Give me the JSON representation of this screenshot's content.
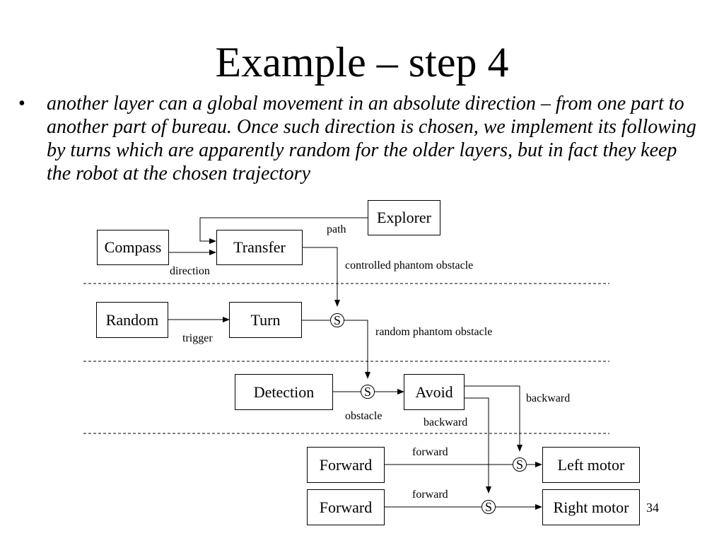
{
  "slide": {
    "title": "Example – step 4",
    "bullet_marker": "•",
    "bullet_text": "another layer can a global movement in an absolute direction – from one part to another part of bureau. Once such direction is chosen, we implement its following by turns which are apparently random for the older layers, but in fact they keep the robot at the chosen trajectory",
    "page_number": "34"
  },
  "diagram": {
    "boxes": {
      "explorer": "Explorer",
      "compass": "Compass",
      "transfer": "Transfer",
      "random": "Random",
      "turn": "Turn",
      "detection": "Detection",
      "avoid": "Avoid",
      "forward_left": "Forward",
      "left_motor": "Left motor",
      "forward_right": "Forward",
      "right_motor": "Right motor"
    },
    "switch_symbol": "S",
    "labels": {
      "path": "path",
      "direction": "direction",
      "controlled_phantom": "controlled phantom obstacle",
      "trigger": "trigger",
      "random_phantom": "random phantom obstacle",
      "obstacle": "obstacle",
      "backward_upper": "backward",
      "backward_lower": "backward",
      "forward_upper": "forward",
      "forward_lower": "forward"
    }
  }
}
